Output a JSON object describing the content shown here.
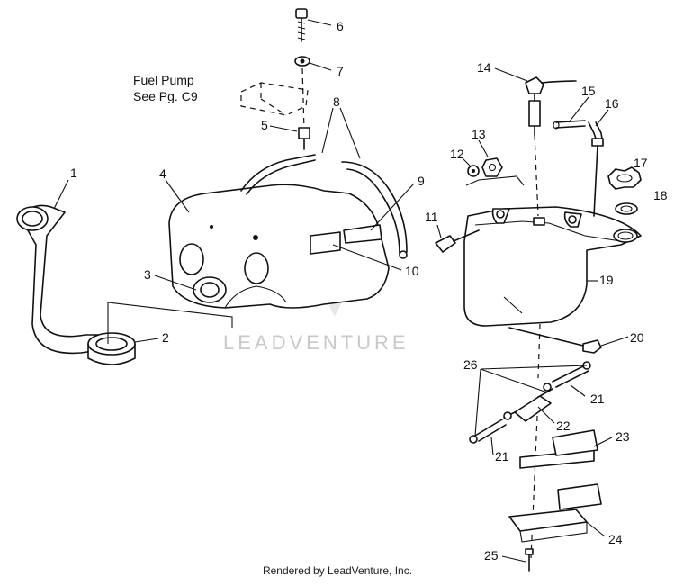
{
  "callouts": [
    "1",
    "2",
    "3",
    "4",
    "5",
    "6",
    "7",
    "8",
    "9",
    "10",
    "11",
    "12",
    "13",
    "14",
    "15",
    "16",
    "17",
    "18",
    "19",
    "20",
    "21",
    "22",
    "23",
    "24",
    "25",
    "26"
  ],
  "reference_note": {
    "line1": "Fuel Pump",
    "line2": "See Pg. C9"
  },
  "watermark": "LEADVENTURE",
  "footer": "Rendered by LeadVenture, Inc."
}
